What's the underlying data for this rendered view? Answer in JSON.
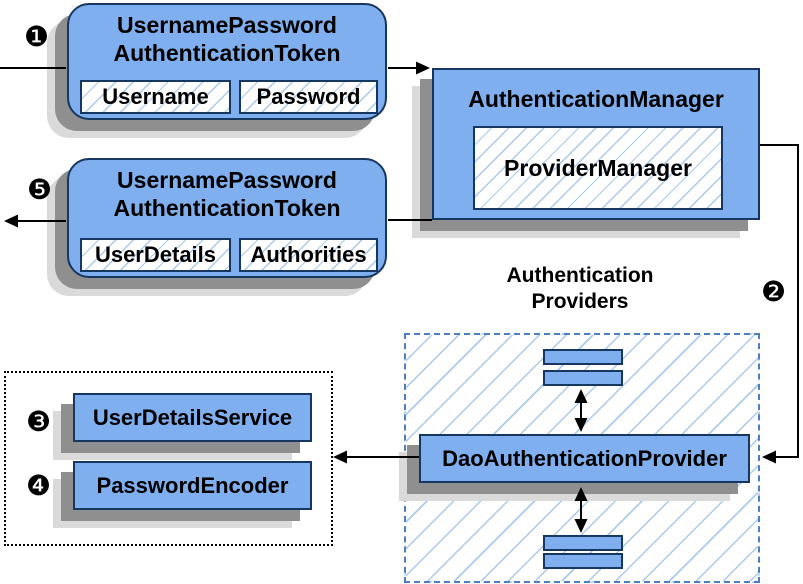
{
  "colors": {
    "blue": "#7fafef",
    "navy": "#16375f",
    "hatch": "#a9caee",
    "dash": "#4d7ebf",
    "shadow_dark": "#8f8f8f",
    "shadow_light": "#dadada"
  },
  "badges": {
    "s1": "❶",
    "s2": "❷",
    "s3": "❸",
    "s4": "❹",
    "s5": "❺"
  },
  "request_token": {
    "title": "UsernamePassword\nAuthenticationToken",
    "field1": "Username",
    "field2": "Password"
  },
  "authentication_manager": {
    "title": "AuthenticationManager",
    "provider_manager": "ProviderManager"
  },
  "response_token": {
    "title": "UsernamePassword\nAuthenticationToken",
    "field1": "UserDetails",
    "field2": "Authorities"
  },
  "providers": {
    "label": "Authentication\nProviders",
    "dao_provider": "DaoAuthenticationProvider"
  },
  "services": {
    "user_details_service": "UserDetailsService",
    "password_encoder": "PasswordEncoder"
  }
}
